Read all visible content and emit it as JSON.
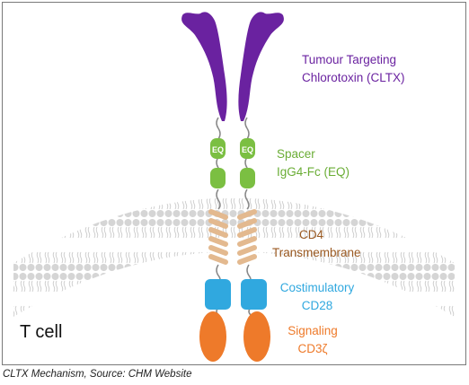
{
  "labels": {
    "cltx_line1": "Tumour Targeting",
    "cltx_line2": "Chlorotoxin (CLTX)",
    "spacer_line1": "Spacer",
    "spacer_line2": "IgG4-Fc (EQ)",
    "tm_line1": "CD4",
    "tm_line2": "Transmembrane",
    "costim_line1": "Costimulatory",
    "costim_line2": "CD28",
    "signal_line1": "Signaling",
    "signal_line2": "CD3ζ",
    "cell": "T cell",
    "eq_left": "EQ",
    "eq_right": "EQ"
  },
  "caption": "CLTX Mechanism, Source: CHM Website",
  "colors": {
    "cltx": "#6a22a0",
    "spacer": "#7bbf42",
    "transmembrane": "#9b5a22",
    "costimulatory": "#30a8df",
    "signaling": "#ee7a2a",
    "membrane": "#d3d3d3"
  }
}
